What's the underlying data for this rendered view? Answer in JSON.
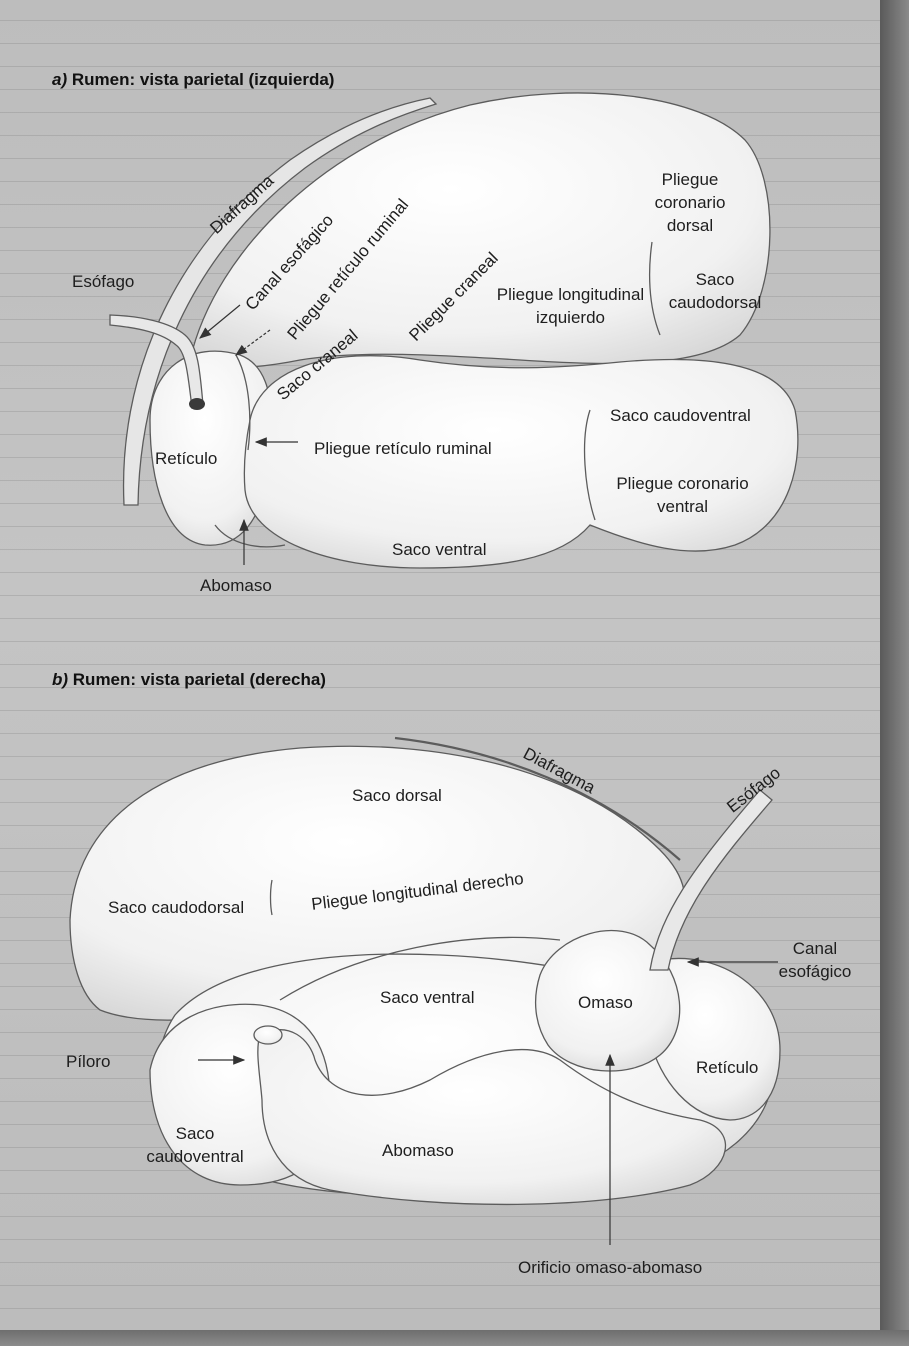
{
  "panel_a": {
    "letter": "a)",
    "title": "Rumen: vista parietal (izquierda)",
    "labels": {
      "diafragma": "Diafragma",
      "canal_esofagico": "Canal esofágico",
      "esofago": "Esófago",
      "pliegue_reticulo_ruminal_rot": "Pliegue retículo ruminal",
      "pliegue_craneal": "Pliegue craneal",
      "saco_craneal": "Saco craneal",
      "pliegue_coronario_dorsal": [
        "Pliegue",
        "coronario",
        "dorsal"
      ],
      "pliegue_longitudinal_izquierdo": [
        "Pliegue longitudinal",
        "izquierdo"
      ],
      "saco_caudodorsal": [
        "Saco",
        "caudodorsal"
      ],
      "saco_caudoventral": "Saco caudoventral",
      "pliegue_reticulo_ruminal": "Pliegue retículo ruminal",
      "reticulo": "Retículo",
      "pliegue_coronario_ventral": [
        "Pliegue coronario",
        "ventral"
      ],
      "saco_ventral": "Saco ventral",
      "abomaso": "Abomaso"
    }
  },
  "panel_b": {
    "letter": "b)",
    "title": "Rumen: vista parietal (derecha)",
    "labels": {
      "diafragma": "Diafragma",
      "esofago": "Esófago",
      "saco_dorsal": "Saco dorsal",
      "saco_caudodorsal": "Saco caudodorsal",
      "pliegue_longitudinal_derecho": "Pliegue longitudinal derecho",
      "canal_esofagico": [
        "Canal",
        "esofágico"
      ],
      "saco_ventral": "Saco ventral",
      "omaso": "Omaso",
      "piloro": "Píloro",
      "reticulo": "Retículo",
      "saco_caudoventral": [
        "Saco",
        "caudoventral"
      ],
      "abomaso": "Abomaso",
      "orificio_omaso_abomaso": "Orificio omaso-abomaso"
    }
  },
  "colors": {
    "organ_fill": "#f3f3f3",
    "outline": "#5c5c5c",
    "page_bg": "#c0c0c0",
    "arrow": "#333333"
  }
}
